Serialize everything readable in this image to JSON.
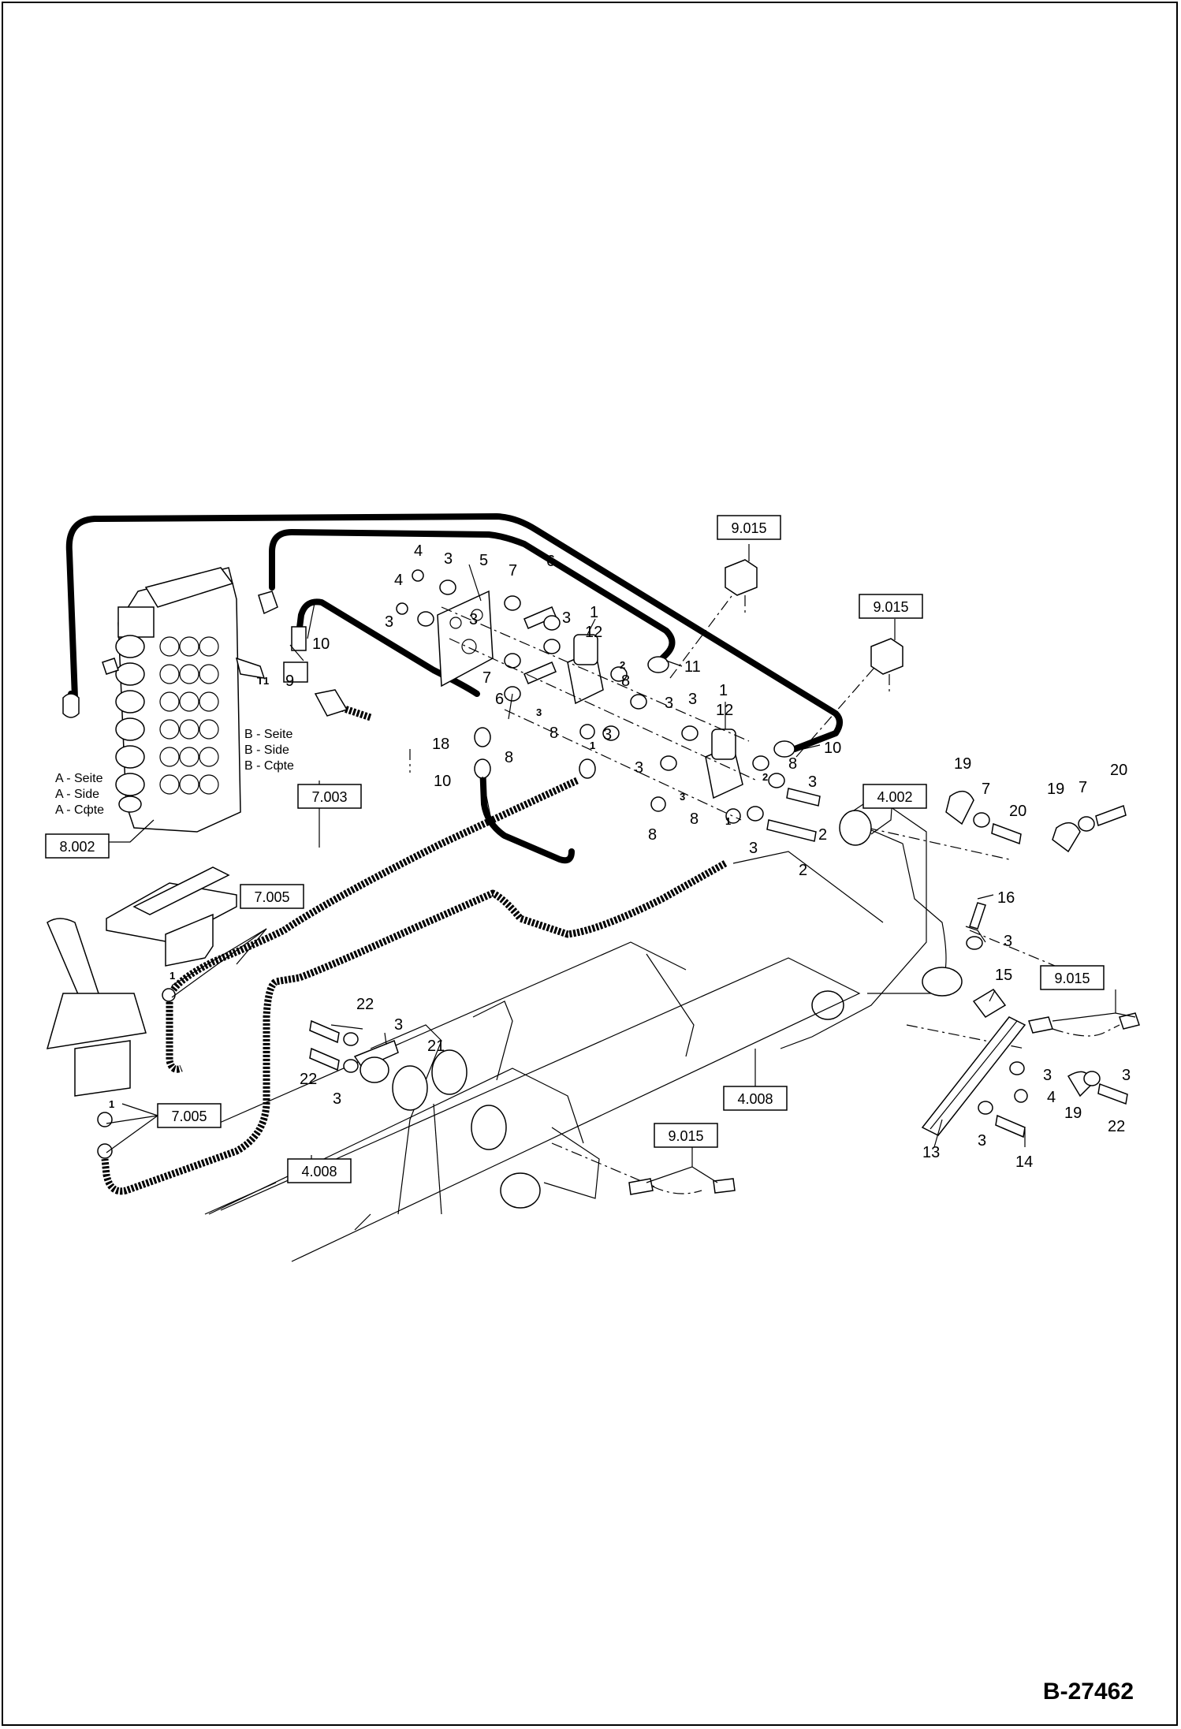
{
  "document_number": "B-27462",
  "side_labels": {
    "a_de": "A - Seite",
    "a_en": "A - Side",
    "a_fr": "A - Cфte",
    "b_de": "B - Seite",
    "b_en": "B - Side",
    "b_fr": "B - Cфte"
  },
  "port_label_t1": "T1",
  "references": {
    "r9015a": "9.015",
    "r9015b": "9.015",
    "r9015c": "9.015",
    "r9015d": "9.015",
    "r7003": "7.003",
    "r8002": "8.002",
    "r7005a": "7.005",
    "r7005b": "7.005",
    "r4002": "4.002",
    "r4008a": "4.008",
    "r4008b": "4.008"
  },
  "callouts": {
    "c1a": "1",
    "c1b": "1",
    "c2a": "2",
    "c2b": "2",
    "c3a": "3",
    "c3b": "3",
    "c3c": "3",
    "c3d": "3",
    "c3e": "3",
    "c3f": "3",
    "c3g": "3",
    "c3h": "3",
    "c3i": "3",
    "c3j": "3",
    "c3k": "3",
    "c3l": "3",
    "c3m": "3",
    "c3n": "3",
    "c4a": "4",
    "c4b": "4",
    "c4c": "4",
    "c5": "5",
    "c6a": "6",
    "c6b": "6",
    "c7a": "7",
    "c7b": "7",
    "c7c": "7",
    "c7d": "7",
    "c8a": "8",
    "c8b": "8",
    "c8c": "8",
    "c8d": "8",
    "c8e": "8",
    "c8f": "8",
    "c9": "9",
    "c10a": "10",
    "c10b": "10",
    "c10c": "10",
    "c11": "11",
    "c12a": "12",
    "c12b": "12",
    "c13": "13",
    "c14": "14",
    "c15": "15",
    "c16": "16",
    "c18": "18",
    "c19a": "19",
    "c19b": "19",
    "c19c": "19",
    "c20a": "20",
    "c20b": "20",
    "c21": "21",
    "c22a": "22",
    "c22b": "22",
    "c22c": "22"
  },
  "port_marks": {
    "p1a": "1",
    "p1b": "1",
    "p1c": "1",
    "p1d": "1",
    "p2a": "2",
    "p2b": "2",
    "p3a": "3",
    "p3b": "3"
  }
}
